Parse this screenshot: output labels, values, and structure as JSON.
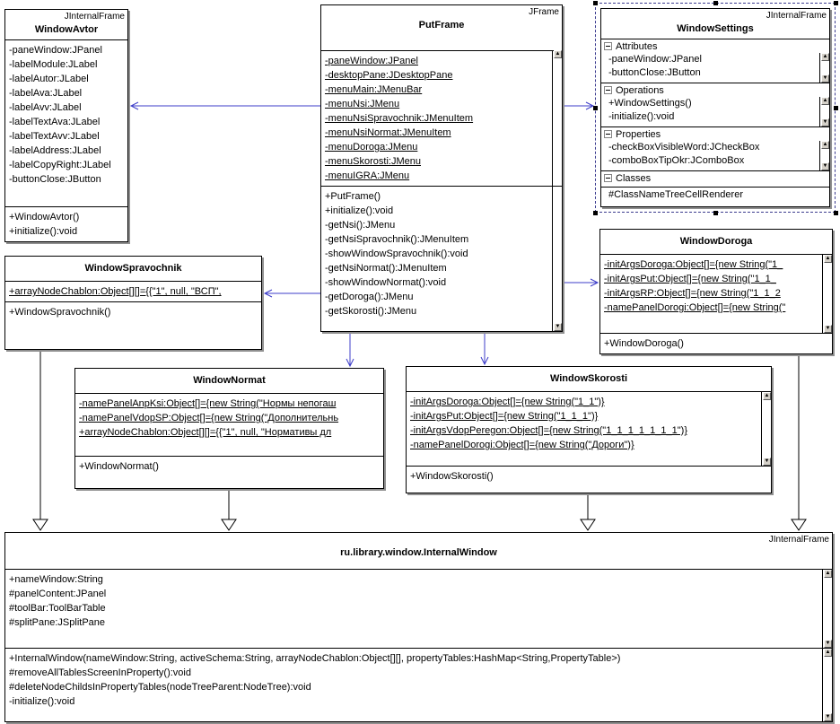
{
  "colors": {
    "association_arrow": "#3c3cc8",
    "generalization": "#000000",
    "selection_outline": "#3b3b8f",
    "scrollbar_face": "#d4d0c8",
    "class_fill": "#ffffff",
    "class_border": "#000000"
  },
  "icons": {
    "scroll_up": "▲",
    "scroll_down": "▼"
  },
  "classes": {
    "windowAvtor": {
      "stereotype": "JInternalFrame",
      "name": "WindowAvtor",
      "fields": [
        "-paneWindow:JPanel",
        "-labelModule:JLabel",
        "-labelAutor:JLabel",
        "-labelAva:JLabel",
        "-labelAvv:JLabel",
        "-labelTextAva:JLabel",
        "-labelTextAvv:JLabel",
        "-labelAddress:JLabel",
        "-labelCopyRight:JLabel",
        "-buttonClose:JButton"
      ],
      "methods": [
        "+WindowAvtor()",
        "+initialize():void"
      ]
    },
    "putFrame": {
      "stereotype": "JFrame",
      "name": "PutFrame",
      "fields": [
        "-paneWindow:JPanel",
        "-desktopPane:JDesktopPane",
        "-menuMain:JMenuBar",
        "-menuNsi:JMenu",
        "-menuNsiSpravochnik:JMenuItem",
        "-menuNsiNormat:JMenuItem",
        "-menuDoroga:JMenu",
        "-menuSkorosti:JMenu",
        "-menuIGRA:JMenu"
      ],
      "methods": [
        "+PutFrame()",
        "+initialize():void",
        "-getNsi():JMenu",
        "-getNsiSpravochnik():JMenuItem",
        "-showWindowSpravochnik():void",
        "-getNsiNormat():JMenuItem",
        "-showWindowNormat():void",
        "-getDoroga():JMenu",
        "-getSkorosti():JMenu"
      ]
    },
    "windowSettings": {
      "stereotype": "JInternalFrame",
      "name": "WindowSettings",
      "sections": [
        {
          "label": "Attributes",
          "items": [
            "-paneWindow:JPanel",
            "-buttonClose:JButton"
          ]
        },
        {
          "label": "Operations",
          "items": [
            "+WindowSettings()",
            "-initialize():void"
          ]
        },
        {
          "label": "Properties",
          "items": [
            "-checkBoxVisibleWord:JCheckBox",
            "-comboBoxTipOkr:JComboBox"
          ]
        },
        {
          "label": "Classes",
          "items": [
            "#ClassNameTreeCellRenderer"
          ]
        }
      ]
    },
    "windowSpravochnik": {
      "name": "WindowSpravochnik",
      "fields": [
        "+arrayNodeChablon:Object[][]={{\"1\", null, \"ВСП\","
      ],
      "methods": [
        "+WindowSpravochnik()"
      ]
    },
    "windowDoroga": {
      "name": "WindowDoroga",
      "fields": [
        "-initArgsDoroga:Object[]={new String(\"1_",
        "-initArgsPut:Object[]={new String(\"1_1_",
        "-initArgsRP:Object[]={new String(\"1_1_2",
        "-namePanelDorogi:Object[]={new String(\""
      ],
      "methods": [
        "+WindowDoroga()"
      ]
    },
    "windowNormat": {
      "name": "WindowNormat",
      "fields": [
        "-namePanelAnpKsi:Object[]={new String(\"Нормы непогаш",
        "-namePanelVdopSP:Object[]={new String(\"Дополнительнь",
        "+arrayNodeChablon:Object[][]={{\"1\", null, \"Нормативы дл"
      ],
      "methods": [
        "+WindowNormat()"
      ]
    },
    "windowSkorosti": {
      "name": "WindowSkorosti",
      "fields": [
        "-initArgsDoroga:Object[]={new String(\"1_1\")}",
        "-initArgsPut:Object[]={new String(\"1_1_1\")}",
        "-initArgsVdopPeregon:Object[]={new String(\"1_1_1_1_1_1_1\")}",
        "-namePanelDorogi:Object[]={new String(\"Дороги\")}"
      ],
      "methods": [
        "+WindowSkorosti()"
      ]
    },
    "internalWindow": {
      "stereotype": "JInternalFrame",
      "name": "ru.library.window.InternalWindow",
      "fields": [
        "+nameWindow:String",
        "#panelContent:JPanel",
        "#toolBar:ToolBarTable",
        "#splitPane:JSplitPane"
      ],
      "methods": [
        "+InternalWindow(nameWindow:String, activeSchema:String, arrayNodeChablon:Object[][], propertyTables:HashMap<String,PropertyTable>)",
        "#removeAllTablesScreenInProperty():void",
        "#deleteNodeChildsInPropertyTables(nodeTreeParent:NodeTree):void",
        "-initialize():void"
      ]
    }
  },
  "relations": [
    {
      "type": "association",
      "from": "PutFrame",
      "to": "WindowAvtor"
    },
    {
      "type": "association",
      "from": "PutFrame",
      "to": "WindowSettings"
    },
    {
      "type": "association",
      "from": "PutFrame",
      "to": "WindowSpravochnik"
    },
    {
      "type": "association",
      "from": "PutFrame",
      "to": "WindowDoroga"
    },
    {
      "type": "association",
      "from": "PutFrame",
      "to": "WindowNormat"
    },
    {
      "type": "association",
      "from": "PutFrame",
      "to": "WindowSkorosti"
    },
    {
      "type": "generalization",
      "from": "WindowSpravochnik",
      "to": "ru.library.window.InternalWindow"
    },
    {
      "type": "generalization",
      "from": "WindowNormat",
      "to": "ru.library.window.InternalWindow"
    },
    {
      "type": "generalization",
      "from": "WindowSkorosti",
      "to": "ru.library.window.InternalWindow"
    },
    {
      "type": "generalization",
      "from": "WindowDoroga",
      "to": "ru.library.window.InternalWindow"
    }
  ]
}
